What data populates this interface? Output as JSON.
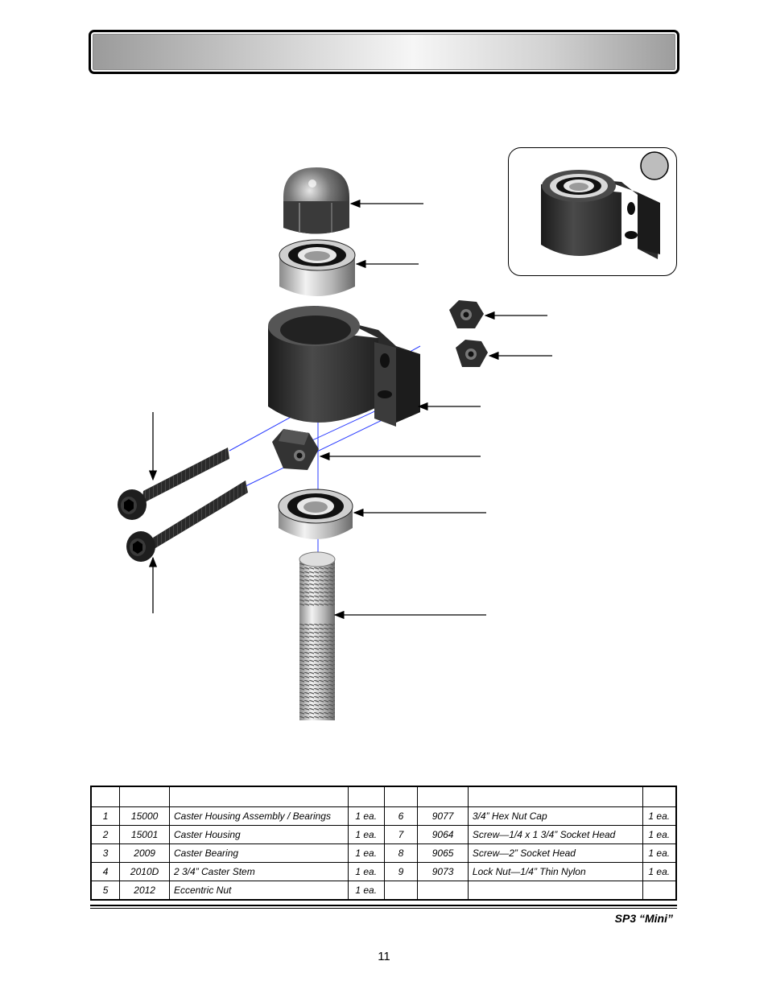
{
  "parts_table": {
    "rows": [
      {
        "item": "1",
        "part": "15000",
        "desc": "Caster Housing Assembly / Bearings",
        "qty": "1 ea."
      },
      {
        "item": "2",
        "part": "15001",
        "desc": "Caster Housing",
        "qty": "1 ea."
      },
      {
        "item": "3",
        "part": "2009",
        "desc": "Caster Bearing",
        "qty": "1 ea."
      },
      {
        "item": "4",
        "part": "2010D",
        "desc": "2 3/4” Caster Stem",
        "qty": "1 ea."
      },
      {
        "item": "5",
        "part": "2012",
        "desc": "Eccentric Nut",
        "qty": "1 ea."
      },
      {
        "item": "6",
        "part": "9077",
        "desc": "3/4” Hex Nut Cap",
        "qty": "1 ea."
      },
      {
        "item": "7",
        "part": "9064",
        "desc": "Screw—1/4 x 1 3/4” Socket Head",
        "qty": "1 ea."
      },
      {
        "item": "8",
        "part": "9065",
        "desc": "Screw—2” Socket Head",
        "qty": "1 ea."
      },
      {
        "item": "9",
        "part": "9073",
        "desc": "Lock Nut—1/4” Thin Nylon",
        "qty": "1 ea."
      }
    ]
  },
  "footer": {
    "model": "SP3 “Mini”"
  },
  "page_number": "11",
  "icons": [
    "hex-nut-cap-icon",
    "bearing-icon",
    "caster-housing-icon",
    "lock-nut-icon",
    "eccentric-nut-icon",
    "socket-screw-icon",
    "caster-stem-icon",
    "callout-arrow-icon"
  ]
}
